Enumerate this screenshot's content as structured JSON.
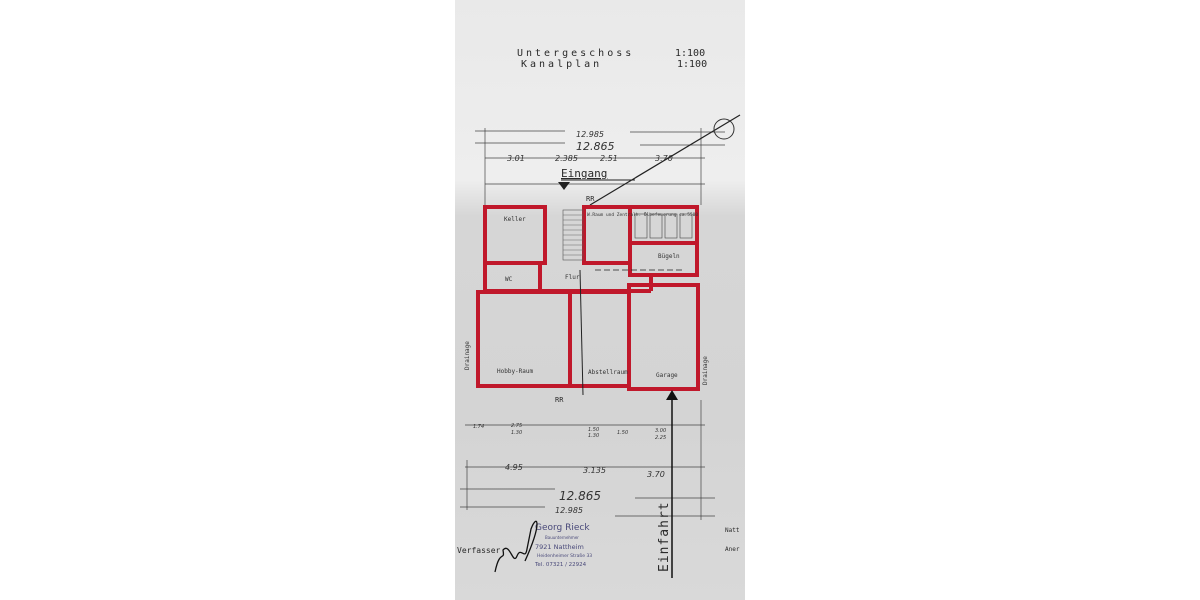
{
  "header": {
    "line1": "Untergeschoss",
    "line1_scale": "1:100",
    "line2": "Kanalplan",
    "line2_scale": "1:100"
  },
  "dimensions_top": {
    "outer": "12.985",
    "inner": "12.865",
    "segments": [
      "3.01",
      "2.385",
      "2.51",
      "3.70"
    ]
  },
  "dimensions_bottom": {
    "segments": [
      "4.95",
      "3.135",
      "3.70"
    ],
    "inner": "12.865",
    "outer": "12.985",
    "small": [
      "1.74",
      "2.75",
      "1.30",
      "1.50",
      "1.30",
      "1.50",
      "3.00",
      "2.25"
    ]
  },
  "labels": {
    "entrance": "Eingang",
    "driveway": "Einfahrt",
    "rr_top": "RR",
    "rr_bottom": "RR",
    "drainage_left": "Drainage",
    "drainage_right": "Drainage"
  },
  "rooms": {
    "keller": "Keller",
    "heizraum": "W.Raum und Zentralh. Ölbefeuerung ca.5500",
    "buegeln": "Bügeln",
    "flur": "Flur",
    "wc": "WC",
    "hobby": "Hobby-Raum",
    "abstellraum": "Abstellraum",
    "garage": "Garage"
  },
  "stamp": {
    "name": "Georg Rieck",
    "title": "Bauunternehmer",
    "city": "7921 Nattheim",
    "street": "Heidenheimer Straße 33",
    "phone": "Tel. 07321 / 22924"
  },
  "margin_labels": {
    "author": "Verfasser",
    "right1": "Natt",
    "right2": "Aner"
  },
  "colors": {
    "walls": "#c0182b",
    "ink": "#2a2a2a",
    "stamp": "#4a4a7a"
  }
}
